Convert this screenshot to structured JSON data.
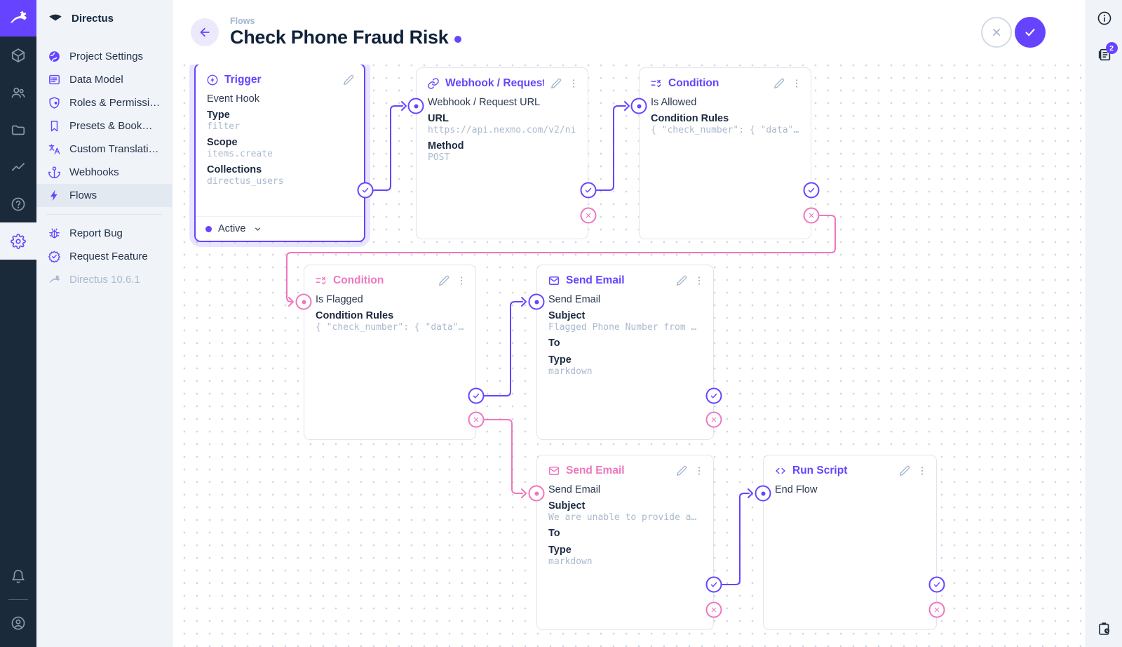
{
  "colors": {
    "primary": "#6644FF",
    "pink": "#EE77BE",
    "dark": "#1B2A3B",
    "muted_mono": "#A9BACE"
  },
  "module_bar": {
    "modules": [
      {
        "name": "content",
        "icon": "box-icon"
      },
      {
        "name": "user-directory",
        "icon": "users-icon"
      },
      {
        "name": "file-library",
        "icon": "folder-icon"
      },
      {
        "name": "insights",
        "icon": "activity-icon"
      },
      {
        "name": "documentation",
        "icon": "help-icon"
      },
      {
        "name": "settings",
        "icon": "gear-icon",
        "active": true
      }
    ],
    "bottom": [
      {
        "name": "notifications",
        "icon": "bell-icon"
      },
      {
        "name": "account",
        "icon": "avatar-icon"
      }
    ]
  },
  "nav": {
    "project_name": "Directus",
    "items": [
      {
        "label": "Project Settings",
        "icon": "globe-icon"
      },
      {
        "label": "Data Model",
        "icon": "data-model-icon"
      },
      {
        "label": "Roles & Permissions",
        "icon": "shield-icon"
      },
      {
        "label": "Presets & Bookmar...",
        "icon": "bookmark-icon"
      },
      {
        "label": "Custom Translations",
        "icon": "translate-icon"
      },
      {
        "label": "Webhooks",
        "icon": "anchor-icon"
      },
      {
        "label": "Flows",
        "icon": "bolt-icon",
        "active": true
      }
    ],
    "secondary": [
      {
        "label": "Report Bug",
        "icon": "bug-icon"
      },
      {
        "label": "Request Feature",
        "icon": "feature-icon"
      }
    ],
    "version": "Directus 10.6.1"
  },
  "header": {
    "breadcrumb": "Flows",
    "title": "Check Phone Fraud Risk"
  },
  "right_sidebar": {
    "notices_badge": "2"
  },
  "flow": {
    "panels": [
      {
        "id": "trigger",
        "title": "Trigger",
        "status": "Active",
        "fields": [
          {
            "kind": "text",
            "text": "Event Hook"
          },
          {
            "kind": "label",
            "text": "Type"
          },
          {
            "kind": "mono",
            "text": "filter"
          },
          {
            "kind": "label",
            "text": "Scope"
          },
          {
            "kind": "mono",
            "text": "items.create"
          },
          {
            "kind": "label",
            "text": "Collections"
          },
          {
            "kind": "mono",
            "text": "directus_users"
          }
        ]
      },
      {
        "id": "webhook",
        "title": "Webhook / Request URL",
        "fields": [
          {
            "kind": "text",
            "text": "Webhook / Request URL"
          },
          {
            "kind": "label",
            "text": "URL"
          },
          {
            "kind": "mono",
            "text": "https://api.nexmo.com/v2/ni"
          },
          {
            "kind": "label",
            "text": "Method"
          },
          {
            "kind": "mono",
            "text": "POST"
          }
        ]
      },
      {
        "id": "condition-is-allowed",
        "title": "Condition",
        "fields": [
          {
            "kind": "text",
            "text": "Is Allowed"
          },
          {
            "kind": "label",
            "text": "Condition Rules"
          },
          {
            "kind": "mono",
            "text": "{ \"check_number\": { \"data\"…"
          }
        ]
      },
      {
        "id": "condition-is-flagged",
        "title": "Condition",
        "fields": [
          {
            "kind": "text",
            "text": "Is Flagged"
          },
          {
            "kind": "label",
            "text": "Condition Rules"
          },
          {
            "kind": "mono",
            "text": "{ \"check_number\": { \"data\"…"
          }
        ]
      },
      {
        "id": "send-email-flagged",
        "title": "Send Email",
        "fields": [
          {
            "kind": "text",
            "text": "Send Email"
          },
          {
            "kind": "label",
            "text": "Subject"
          },
          {
            "kind": "mono",
            "text": "Flagged Phone Number from …"
          },
          {
            "kind": "label",
            "text": "To"
          },
          {
            "kind": "label",
            "text": "Type"
          },
          {
            "kind": "mono",
            "text": "markdown"
          }
        ]
      },
      {
        "id": "send-email-unable",
        "title": "Send Email",
        "fields": [
          {
            "kind": "text",
            "text": "Send Email"
          },
          {
            "kind": "label",
            "text": "Subject"
          },
          {
            "kind": "mono",
            "text": "We are unable to provide a…"
          },
          {
            "kind": "label",
            "text": "To"
          },
          {
            "kind": "label",
            "text": "Type"
          },
          {
            "kind": "mono",
            "text": "markdown"
          }
        ]
      },
      {
        "id": "run-script",
        "title": "Run Script",
        "fields": [
          {
            "kind": "text",
            "text": "End Flow"
          }
        ]
      }
    ]
  }
}
